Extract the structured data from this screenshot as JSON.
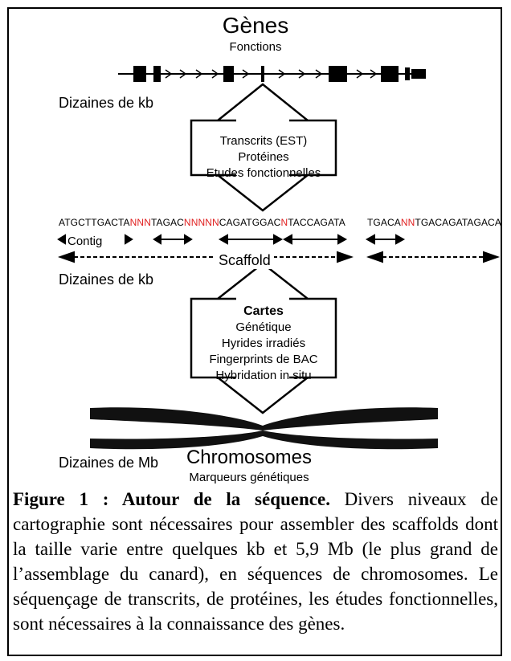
{
  "genes": {
    "title": "Gènes",
    "subtitle": "Fonctions"
  },
  "scale_labels": [
    "Dizaines de kb",
    "Dizaines de kb",
    "Dizaines de Mb"
  ],
  "box_top": {
    "lines": [
      "Transcrits (EST)",
      "Protéines",
      "Etudes fonctionnelles"
    ]
  },
  "sequence": {
    "part1": [
      {
        "t": "ATGCTTGACTA",
        "red": false
      },
      {
        "t": "NNN",
        "red": true
      },
      {
        "t": "TAGAC",
        "red": false
      },
      {
        "t": "NNNNN",
        "red": true
      },
      {
        "t": "CAGATGGAC",
        "red": false
      },
      {
        "t": "N",
        "red": true
      },
      {
        "t": "TACCAGATA",
        "red": false
      }
    ],
    "part2": [
      {
        "t": "TGACA",
        "red": false
      },
      {
        "t": "NN",
        "red": true
      },
      {
        "t": "TGACAGATAGACA",
        "red": false
      }
    ]
  },
  "contig_label": "Contig",
  "scaffold_label": "Scaffold",
  "box_bottom": {
    "title": "Cartes",
    "lines": [
      "Génétique",
      "Hyrides irradiés",
      "Fingerprints de BAC",
      "Hybridation in situ"
    ]
  },
  "chromosomes": {
    "title": "Chromosomes",
    "subtitle": "Marqueurs génétiques"
  },
  "caption": {
    "figure_label": "Figure 1 : Autour de la séquence.",
    "text": " Divers niveaux de cartographie sont nécessaires pour assembler des scaffolds dont la taille varie entre quelques kb et 5,9 Mb (le plus grand de l’assemblage du canard), en séquences de chromosomes. Le séquençage de transcrits, de protéines, les études fonctionnelles, sont nécessaires à la connaissance des gènes."
  },
  "colors": {
    "red": "#e02020",
    "black": "#000000"
  }
}
